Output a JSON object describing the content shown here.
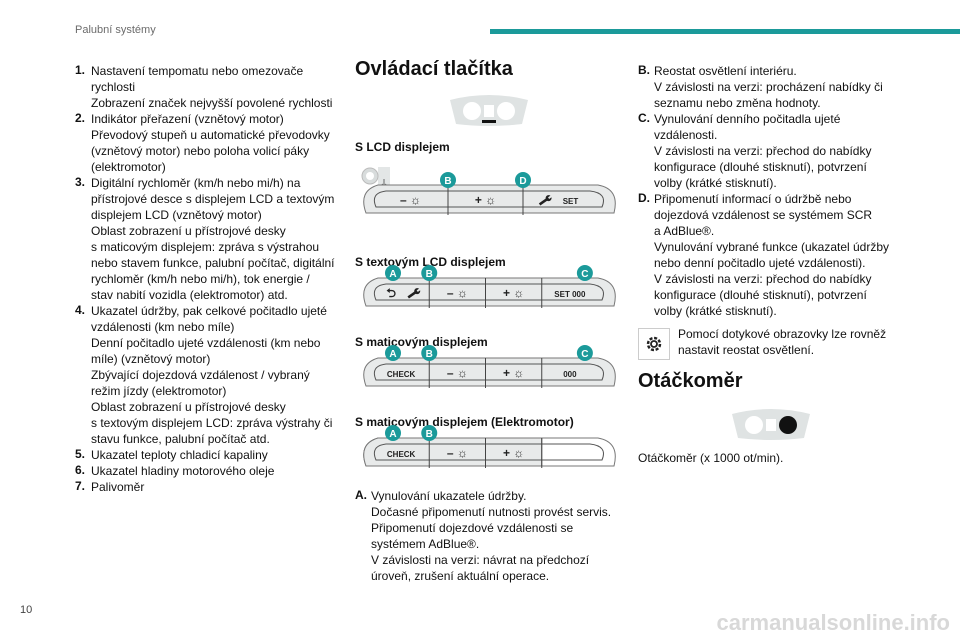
{
  "header": {
    "section": "Palubní systémy",
    "page_number": "10",
    "accent": "#1b9a9a"
  },
  "left_list": [
    {
      "num": "1.",
      "lines": [
        "Nastavení tempomatu nebo omezovače",
        "rychlosti",
        "Zobrazení značek nejvyšší povolené rychlosti"
      ]
    },
    {
      "num": "2.",
      "lines": [
        "Indikátor přeřazení (vznětový motor)",
        "Převodový stupeň u automatické převodovky",
        "(vznětový motor) nebo poloha volicí páky",
        "(elektromotor)"
      ]
    },
    {
      "num": "3.",
      "lines": [
        "Digitální rychloměr (km/h nebo mi/h) na",
        "přístrojové desce s displejem LCD a textovým",
        "displejem LCD (vznětový motor)",
        "Oblast zobrazení u přístrojové desky",
        "s maticovým displejem: zpráva s výstrahou",
        "nebo stavem funkce, palubní počítač, digitální",
        "rychloměr (km/h nebo mi/h), tok energie /",
        "stav nabití vozidla (elektromotor) atd."
      ]
    },
    {
      "num": "4.",
      "lines": [
        "Ukazatel údržby, pak celkové počitadlo ujeté",
        "vzdálenosti (km nebo míle)",
        "Denní počitadlo ujeté vzdálenosti (km nebo",
        "míle) (vznětový motor)",
        "Zbývající dojezdová vzdálenost / vybraný",
        "režim jízdy (elektromotor)",
        "Oblast zobrazení u přístrojové desky",
        "s textovým displejem LCD: zpráva výstrahy či",
        "stavu funkce, palubní počítač atd."
      ]
    },
    {
      "num": "5.",
      "lines": [
        "Ukazatel teploty chladicí kapaliny"
      ]
    },
    {
      "num": "6.",
      "lines": [
        "Ukazatel hladiny motorového oleje"
      ]
    },
    {
      "num": "7.",
      "lines": [
        "Palivoměr"
      ]
    }
  ],
  "controls": {
    "title": "Ovládací tlačítka",
    "panels": [
      {
        "heading": "S LCD displejem",
        "segments": [
          "– ☼",
          "+ ☼",
          "SET"
        ],
        "badges": [
          "",
          "B",
          "D"
        ],
        "wrench": [
          false,
          false,
          true
        ]
      },
      {
        "heading": "S textovým LCD displejem",
        "segments": [
          "⮌",
          "– ☼",
          "+ ☼",
          "SET 000"
        ],
        "badges": [
          "A",
          "B",
          "",
          "C"
        ],
        "wrench": [
          true,
          false,
          false,
          false
        ]
      },
      {
        "heading": "S maticovým displejem",
        "segments": [
          "CHECK",
          "– ☼",
          "+ ☼",
          "000"
        ],
        "badges": [
          "A",
          "B",
          "",
          "C"
        ],
        "wrench": [
          false,
          false,
          false,
          false
        ]
      },
      {
        "heading": "S maticovým displejem (Elektromotor)",
        "segments": [
          "CHECK",
          "– ☼",
          "+ ☼",
          ""
        ],
        "badges": [
          "A",
          "B",
          "",
          ""
        ],
        "wrench": [
          false,
          false,
          false,
          false
        ]
      }
    ]
  },
  "descriptions": [
    {
      "num": "A.",
      "lines": [
        "Vynulování ukazatele údržby.",
        "Dočasné připomenutí nutnosti provést servis.",
        "Připomenutí dojezdové vzdálenosti se",
        "systémem AdBlue®.",
        "V závislosti na verzi: návrat na předchozí",
        "úroveň, zrušení aktuální operace."
      ]
    },
    {
      "num": "B.",
      "lines": [
        "Reostat osvětlení interiéru.",
        "V závislosti na verzi: procházení nabídky či",
        "seznamu nebo změna hodnoty."
      ]
    },
    {
      "num": "C.",
      "lines": [
        "Vynulování denního počitadla ujeté",
        "vzdálenosti.",
        "V závislosti na verzi: přechod do nabídky",
        "konfigurace (dlouhé stisknutí), potvrzení",
        "volby (krátké stisknutí)."
      ]
    },
    {
      "num": "D.",
      "lines": [
        "Připomenutí informací o údržbě nebo",
        "dojezdová vzdálenost se systémem SCR",
        "a AdBlue®.",
        "Vynulování vybrané funkce (ukazatel údržby",
        "nebo denní počitadlo ujeté vzdálenosti).",
        "V závislosti na verzi: přechod do nabídky",
        "konfigurace (dlouhé stisknutí), potvrzení",
        "volby (krátké stisknutí)."
      ]
    }
  ],
  "note": {
    "lines": [
      "Pomocí dotykové obrazovky lze rovněž",
      "nastavit reostat osvětlení."
    ]
  },
  "tacho": {
    "title": "Otáčkoměr",
    "text": "Otáčkoměr (x 1000 ot/min)."
  },
  "watermark": "carmanualsonline.info"
}
